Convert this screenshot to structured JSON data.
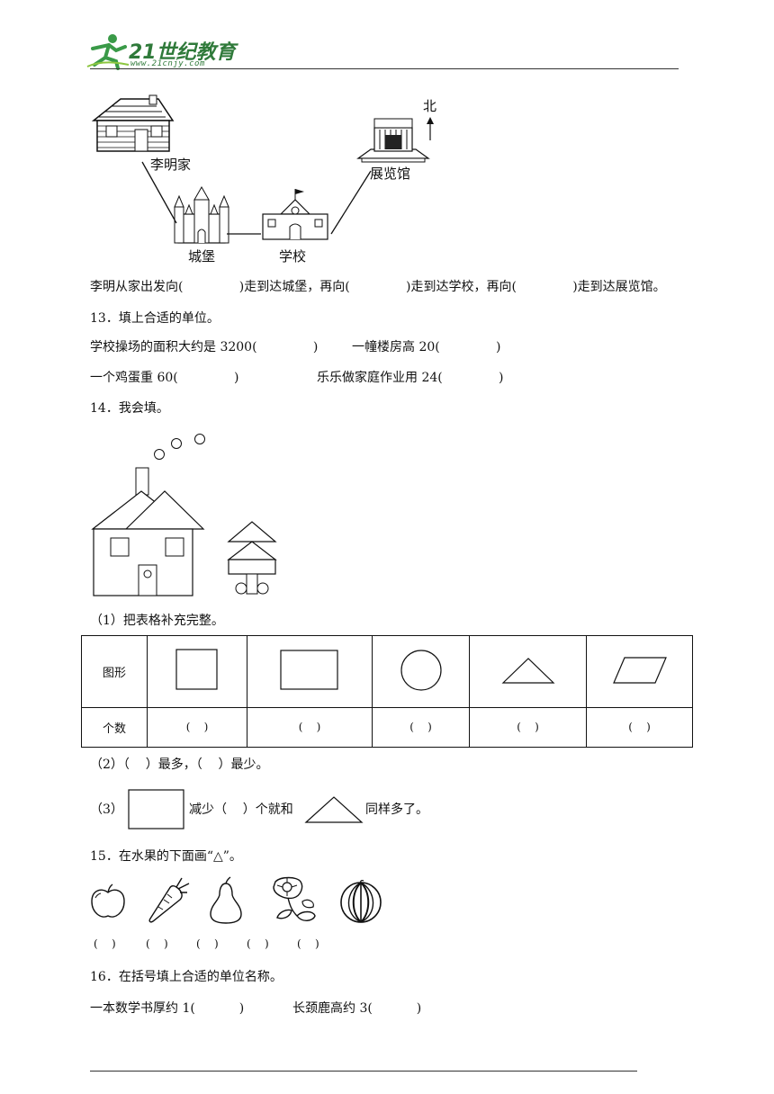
{
  "header": {
    "logo_main": "21世纪教育",
    "logo_sub": "www.21cnjy.com"
  },
  "q12": {
    "labels": {
      "home": "李明家",
      "castle": "城堡",
      "school": "学校",
      "museum": "展览馆",
      "north": "北"
    },
    "sentence": "李明从家出发向(              )走到达城堡，再向(              )走到达学校，再向(              )走到达展览馆。"
  },
  "q13": {
    "title": "13．填上合适的单位。",
    "line1a": "学校操场的面积大约是 3200(              )",
    "line1b": "一幢楼房高 20(              )",
    "line2a": "一个鸡蛋重 60(              )",
    "line2b": "乐乐做家庭作业用 24(              )"
  },
  "q14": {
    "title": "14．我会填。",
    "part1": "（1）把表格补充完整。",
    "row_shape_label": "图形",
    "row_count_label": "个数",
    "blank": "(    )",
    "part2": "（2）（    ）最多，（    ）最少。",
    "part3_prefix": "（3）",
    "part3_mid": "减少（    ）个就和",
    "part3_suffix": "同样多了。"
  },
  "q15": {
    "title": "15．在水果的下面画“△”。",
    "blanks": [
      "(    )",
      "(    )",
      "(    )",
      "(    )",
      "(    )"
    ]
  },
  "q16": {
    "title": "16．在括号填上合适的单位名称。",
    "line_a": "一本数学书厚约 1(           )",
    "line_b": "长颈鹿高约 3(           )"
  }
}
